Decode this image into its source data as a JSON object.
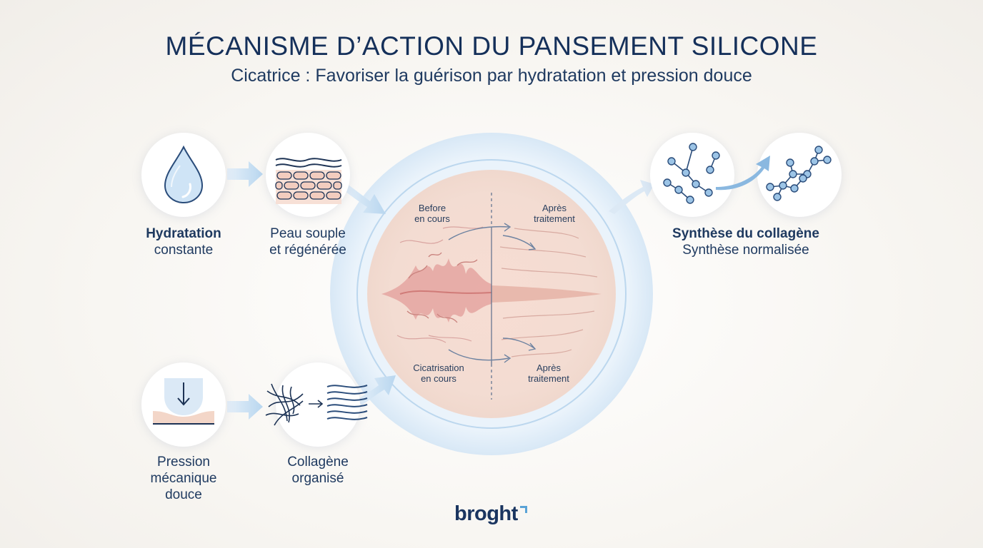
{
  "header": {
    "title": "MÉCANISME D’ACTION DU PANSEMENT SILICONE",
    "subtitle": "Cicatrice : Favoriser la guérison par hydratation et pression douce"
  },
  "steps": {
    "hydration": {
      "label_bold": "Hydratation",
      "label_rest": "constante",
      "icon": "water-drop-icon"
    },
    "skin": {
      "line1": "Peau souple",
      "line2": "et régénérée",
      "icon": "skin-layers-icon"
    },
    "pressure": {
      "line1": "Pression",
      "line2": "mécanique",
      "line3": "douce",
      "icon": "pressure-arrow-icon"
    },
    "collagen_org": {
      "line1": "Collagène",
      "line2": "organisé",
      "icon": "collagen-fibers-icon"
    },
    "synthesis": {
      "label_bold": "Synthèse du collagène",
      "label_rest": "Synthèse normalisée",
      "icon": "molecule-network-icon"
    }
  },
  "center": {
    "top_left": {
      "line1": "Before",
      "line2": "en cours"
    },
    "top_right": {
      "line1": "Après",
      "line2": "traitement"
    },
    "bottom_left": {
      "line1": "Cicatrisation",
      "line2": "en cours"
    },
    "bottom_right": {
      "line1": "Après",
      "line2": "traitement"
    }
  },
  "brand": {
    "name": "broght"
  },
  "colors": {
    "accent": "#5aa3d6",
    "title": "#15305a",
    "scar": "#d98a87",
    "ring": "#cfe2f3"
  }
}
